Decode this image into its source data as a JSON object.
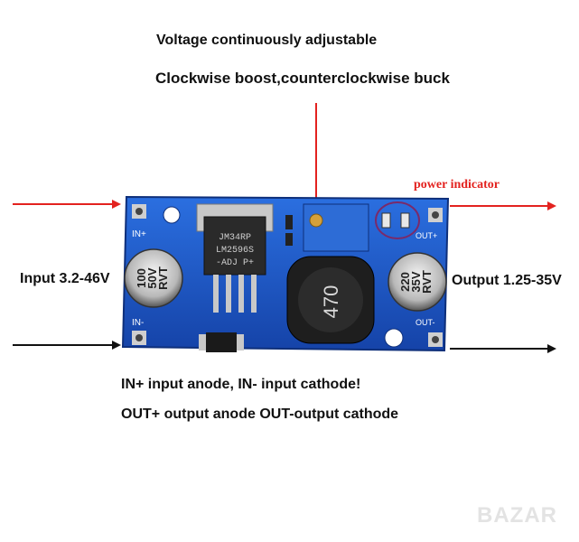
{
  "header": {
    "line1": "Voltage continuously adjustable",
    "line2": "Clockwise boost,counterclockwise buck"
  },
  "labels": {
    "input": "Input 3.2-46V",
    "output": "Output 1.25-35V",
    "power_indicator": "power indicator"
  },
  "notes": {
    "line1": "IN+ input anode, IN- input cathode!",
    "line2": "OUT+ output anode OUT-output cathode"
  },
  "board": {
    "pin_in_plus": "IN+",
    "pin_in_minus": "IN-",
    "pin_out_plus": "OUT+",
    "pin_out_minus": "OUT-",
    "chip_line1": "JM34RP",
    "chip_line2": "LM2596S",
    "chip_line3": "-ADJ P+",
    "cap_in_line1": "100",
    "cap_in_line2": "50V",
    "cap_in_line3": "RVT",
    "cap_out_line1": "220",
    "cap_out_line2": "35V",
    "cap_out_line3": "RVT",
    "inductor": "470"
  },
  "watermark": "BAZAR",
  "colors": {
    "arrow_red": "#e3221f",
    "arrow_black": "#111111",
    "pcb_blue": "#1a56c4"
  }
}
